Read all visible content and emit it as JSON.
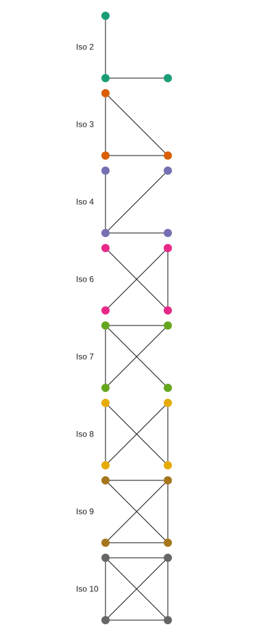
{
  "graphs": [
    {
      "label": "Iso 2",
      "color": "#1b9e77",
      "edges": [
        [
          "top-left",
          "bottom-left"
        ],
        [
          "bottom-left",
          "bottom-right"
        ]
      ],
      "nodes": [
        "top-left",
        "bottom-left",
        "bottom-right"
      ]
    },
    {
      "label": "Iso 3",
      "color": "#d95f02",
      "edges": [
        [
          "top-left",
          "bottom-left"
        ],
        [
          "top-left",
          "bottom-right"
        ],
        [
          "bottom-left",
          "bottom-right"
        ]
      ],
      "nodes": [
        "top-left",
        "bottom-left",
        "bottom-right"
      ]
    },
    {
      "label": "Iso 4",
      "color": "#7570b3",
      "edges": [
        [
          "top-left",
          "bottom-left"
        ],
        [
          "top-right",
          "bottom-left"
        ],
        [
          "bottom-left",
          "bottom-right"
        ]
      ],
      "nodes": [
        "top-left",
        "top-right",
        "bottom-left",
        "bottom-right"
      ]
    },
    {
      "label": "Iso 6",
      "color": "#e7298a",
      "edges": [
        [
          "top-left",
          "bottom-right"
        ],
        [
          "top-right",
          "bottom-left"
        ],
        [
          "top-right",
          "bottom-right"
        ]
      ],
      "nodes": [
        "top-left",
        "top-right",
        "bottom-left",
        "bottom-right"
      ]
    },
    {
      "label": "Iso 7",
      "color": "#66a61e",
      "edges": [
        [
          "top-left",
          "top-right"
        ],
        [
          "top-left",
          "bottom-left"
        ],
        [
          "top-left",
          "bottom-right"
        ],
        [
          "top-right",
          "bottom-left"
        ]
      ],
      "nodes": [
        "top-left",
        "top-right",
        "bottom-left",
        "bottom-right"
      ]
    },
    {
      "label": "Iso 8",
      "color": "#e6ab02",
      "edges": [
        [
          "top-left",
          "bottom-left"
        ],
        [
          "top-left",
          "bottom-right"
        ],
        [
          "top-right",
          "bottom-left"
        ],
        [
          "top-right",
          "bottom-right"
        ]
      ],
      "nodes": [
        "top-left",
        "top-right",
        "bottom-left",
        "bottom-right"
      ]
    },
    {
      "label": "Iso 9",
      "color": "#a6761d",
      "edges": [
        [
          "top-left",
          "top-right"
        ],
        [
          "top-left",
          "bottom-right"
        ],
        [
          "top-right",
          "bottom-left"
        ],
        [
          "top-right",
          "bottom-right"
        ],
        [
          "bottom-left",
          "bottom-right"
        ]
      ],
      "nodes": [
        "top-left",
        "top-right",
        "bottom-left",
        "bottom-right"
      ]
    },
    {
      "label": "Iso 10",
      "color": "#666666",
      "edges": [
        [
          "top-left",
          "top-right"
        ],
        [
          "top-left",
          "bottom-left"
        ],
        [
          "top-left",
          "bottom-right"
        ],
        [
          "top-right",
          "bottom-left"
        ],
        [
          "top-right",
          "bottom-right"
        ],
        [
          "bottom-left",
          "bottom-right"
        ]
      ],
      "nodes": [
        "top-left",
        "top-right",
        "bottom-left",
        "bottom-right"
      ]
    }
  ]
}
